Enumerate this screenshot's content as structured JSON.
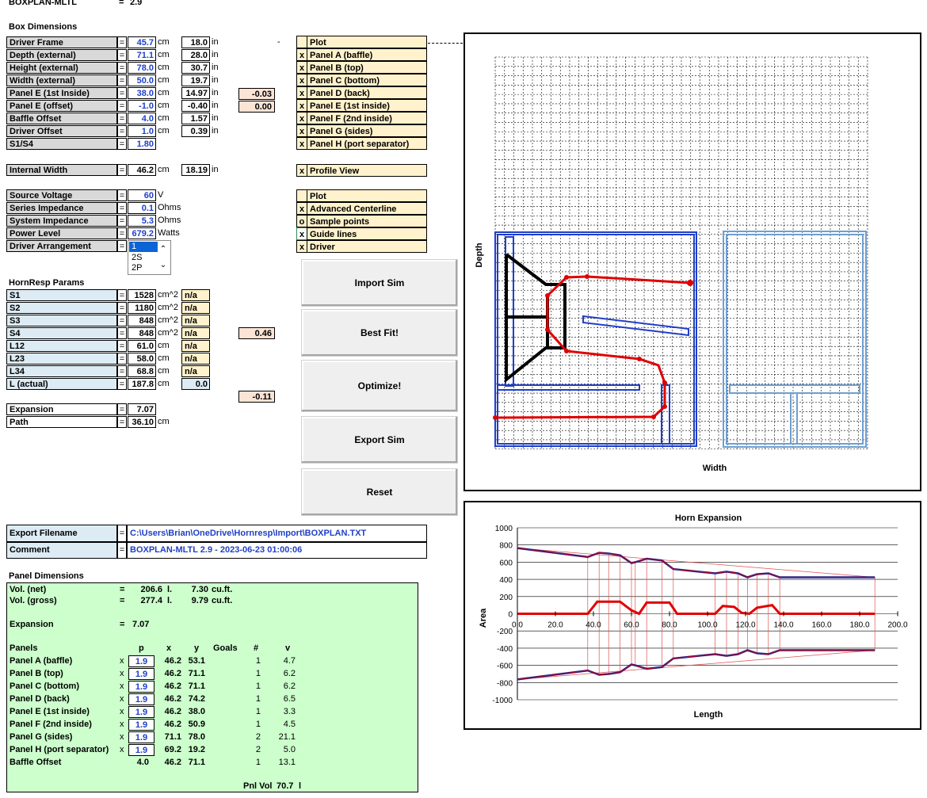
{
  "header": {
    "title": "BOXPLAN-MLTL",
    "eq": "=",
    "version": "2.9"
  },
  "box_dimensions": {
    "heading": "Box Dimensions",
    "rows": [
      {
        "label": "Driver Frame",
        "value": "45.7",
        "unit": "cm",
        "inch": "18.0",
        "iunit": "in"
      },
      {
        "label": "Depth (external)",
        "value": "71.1",
        "unit": "cm",
        "inch": "28.0",
        "iunit": "in"
      },
      {
        "label": "Height (external)",
        "value": "78.0",
        "unit": "cm",
        "inch": "30.7",
        "iunit": "in"
      },
      {
        "label": "Width (external)",
        "value": "50.0",
        "unit": "cm",
        "inch": "19.7",
        "iunit": "in"
      },
      {
        "label": "Panel E (1st Inside)",
        "value": "38.0",
        "unit": "cm",
        "inch": "14.97",
        "iunit": "in"
      },
      {
        "label": "Panel E (offset)",
        "value": "-1.0",
        "unit": "cm",
        "inch": "-0.40",
        "iunit": "in"
      },
      {
        "label": "Baffle Offset",
        "value": "4.0",
        "unit": "cm",
        "inch": "1.57",
        "iunit": "in"
      },
      {
        "label": "Driver Offset",
        "value": "1.0",
        "unit": "cm",
        "inch": "0.39",
        "iunit": "in"
      },
      {
        "label": "S1/S4",
        "value": "1.80",
        "unit": "",
        "inch": "",
        "iunit": ""
      }
    ],
    "dash": "-",
    "peach1": "-0.03",
    "peach2": "0.00"
  },
  "internal_width": {
    "label": "Internal Width",
    "value": "46.2",
    "unit": "cm",
    "inch": "18.19",
    "iunit": "in"
  },
  "electrical": {
    "rows": [
      {
        "label": "Source Voltage",
        "value": "60",
        "unit": "V"
      },
      {
        "label": "Series Impedance",
        "value": "0.1",
        "unit": "Ohms"
      },
      {
        "label": "System Impedance",
        "value": "5.3",
        "unit": "Ohms"
      },
      {
        "label": "Power Level",
        "value": "679.2",
        "unit": "Watts"
      },
      {
        "label": "Driver Arrangement",
        "value": "",
        "unit": ""
      }
    ],
    "dropdown": {
      "selected": "1",
      "options": [
        "1",
        "2S",
        "2P"
      ]
    }
  },
  "plot_panels": {
    "header": "Plot",
    "items": [
      {
        "mark": "x",
        "label": "Panel A (baffle)"
      },
      {
        "mark": "x",
        "label": "Panel B (top)"
      },
      {
        "mark": "x",
        "label": "Panel C (bottom)"
      },
      {
        "mark": "x",
        "label": "Panel D (back)"
      },
      {
        "mark": "x",
        "label": "Panel E (1st inside)"
      },
      {
        "mark": "x",
        "label": "Panel F (2nd inside)"
      },
      {
        "mark": "x",
        "label": "Panel G (sides)"
      },
      {
        "mark": "x",
        "label": "Panel H (port separator)"
      }
    ],
    "profile": {
      "mark": "x",
      "label": "Profile View"
    }
  },
  "plot_options": {
    "header": "Plot",
    "items": [
      {
        "mark": "x",
        "label": "Advanced Centerline"
      },
      {
        "mark": "o",
        "label": "Sample points"
      },
      {
        "mark": "x",
        "label": "Guide lines"
      },
      {
        "mark": "x",
        "label": "Driver"
      }
    ]
  },
  "hornresp": {
    "heading": "HornResp Params",
    "rows": [
      {
        "label": "S1",
        "value": "1528",
        "unit": "cm^2",
        "na": "n/a"
      },
      {
        "label": "S2",
        "value": "1180",
        "unit": "cm^2",
        "na": "n/a"
      },
      {
        "label": "S3",
        "value": "848",
        "unit": "cm^2",
        "na": "n/a"
      },
      {
        "label": "S4",
        "value": "848",
        "unit": "cm^2",
        "na": "n/a"
      },
      {
        "label": "L12",
        "value": "61.0",
        "unit": "cm",
        "na": "n/a"
      },
      {
        "label": "L23",
        "value": "58.0",
        "unit": "cm",
        "na": "n/a"
      },
      {
        "label": "L34",
        "value": "68.8",
        "unit": "cm",
        "na": "n/a"
      },
      {
        "label": "L (actual)",
        "value": "187.8",
        "unit": "cm",
        "na": "0.0"
      }
    ],
    "peach_s4": "0.46",
    "peach_l": "-0.11"
  },
  "expansion": {
    "label": "Expansion",
    "value": "7.07"
  },
  "path": {
    "label": "Path",
    "value": "36.10",
    "unit": "cm"
  },
  "buttons": {
    "import": "Import Sim",
    "best_fit": "Best Fit!",
    "optimize": "Optimize!",
    "export": "Export Sim",
    "reset": "Reset"
  },
  "export": {
    "label": "Export Filename",
    "value": "C:\\Users\\Brian\\OneDrive\\Hornresp\\Import\\BOXPLAN.TXT"
  },
  "comment": {
    "label": "Comment",
    "value": "BOXPLAN-MLTL 2.9 - 2023-06-23 01:00:06"
  },
  "panel_dims": {
    "heading": "Panel Dimensions",
    "vol_net": {
      "label": "Vol. (net)",
      "eq": "=",
      "l": "206.6",
      "lu": "l.",
      "ft": "7.30",
      "ftu": "cu.ft."
    },
    "vol_gross": {
      "label": "Vol. (gross)",
      "eq": "=",
      "l": "277.4",
      "lu": "l.",
      "ft": "9.79",
      "ftu": "cu.ft."
    },
    "expansion": {
      "label": "Expansion",
      "eq": "=",
      "value": "7.07"
    },
    "cols": {
      "panels": "Panels",
      "p": "p",
      "x": "x",
      "y": "y",
      "goals": "Goals",
      "n": "#",
      "v": "v"
    },
    "rows": [
      {
        "label": "Panel A (baffle)",
        "mark": "x",
        "p": "1.9",
        "x": "46.2",
        "y": "53.1",
        "n": "1",
        "v": "4.7"
      },
      {
        "label": "Panel B (top)",
        "mark": "x",
        "p": "1.9",
        "x": "46.2",
        "y": "71.1",
        "n": "1",
        "v": "6.2"
      },
      {
        "label": "Panel C (bottom)",
        "mark": "x",
        "p": "1.9",
        "x": "46.2",
        "y": "71.1",
        "n": "1",
        "v": "6.2"
      },
      {
        "label": "Panel D (back)",
        "mark": "x",
        "p": "1.9",
        "x": "46.2",
        "y": "74.2",
        "n": "1",
        "v": "6.5"
      },
      {
        "label": "Panel E (1st inside)",
        "mark": "x",
        "p": "1.9",
        "x": "46.2",
        "y": "38.0",
        "n": "1",
        "v": "3.3"
      },
      {
        "label": "Panel F (2nd inside)",
        "mark": "x",
        "p": "1.9",
        "x": "46.2",
        "y": "50.9",
        "n": "1",
        "v": "4.5"
      },
      {
        "label": "Panel G (sides)",
        "mark": "x",
        "p": "1.9",
        "x": "71.1",
        "y": "78.0",
        "n": "2",
        "v": "21.1"
      },
      {
        "label": "Panel H (port separator)",
        "mark": "x",
        "p": "1.9",
        "x": "69.2",
        "y": "19.2",
        "n": "2",
        "v": "5.0"
      }
    ],
    "baffle": {
      "label": "Baffle Offset",
      "p": "4.0",
      "x": "46.2",
      "y": "71.1",
      "n": "1",
      "v": "13.1"
    },
    "pnl_vol": {
      "label": "Pnl Vol",
      "value": "70.7",
      "unit": "l"
    }
  },
  "profile_plot": {
    "xlabel": "Width",
    "ylabel": "Depth"
  },
  "chart_data": {
    "type": "line",
    "title": "Horn Expansion",
    "xlabel": "Length",
    "ylabel": "Area",
    "xlim": [
      0,
      200
    ],
    "ylim": [
      -1000,
      1000
    ],
    "xticks": [
      "0.0",
      "20.0",
      "40.0",
      "60.0",
      "80.0",
      "100.0",
      "120.0",
      "140.0",
      "160.0",
      "180.0",
      "200.0"
    ],
    "yticks": [
      "1000",
      "800",
      "600",
      "400",
      "200",
      "0",
      "-200",
      "-400",
      "-600",
      "-800",
      "-1000"
    ],
    "series": [
      {
        "color": "#1f1f8f",
        "x": [
          0,
          37,
          43,
          48,
          54,
          60,
          62,
          68,
          76,
          82,
          104,
          110,
          116,
          121,
          126,
          132,
          138,
          188
        ],
        "y": [
          764,
          660,
          710,
          700,
          680,
          590,
          600,
          640,
          620,
          520,
          470,
          490,
          470,
          424,
          460,
          470,
          424,
          424
        ]
      },
      {
        "color": "#1f1f8f",
        "x": [
          0,
          37,
          43,
          48,
          54,
          60,
          62,
          68,
          76,
          82,
          104,
          110,
          116,
          121,
          126,
          132,
          138,
          188
        ],
        "y": [
          -764,
          -660,
          -710,
          -700,
          -680,
          -590,
          -600,
          -640,
          -620,
          -520,
          -470,
          -490,
          -470,
          -424,
          -460,
          -470,
          -424,
          -424
        ]
      },
      {
        "color": "#e00000",
        "x": [
          0,
          37,
          42,
          54,
          60,
          64,
          68,
          80,
          84,
          104,
          108,
          114,
          118,
          122,
          126,
          134,
          138,
          188
        ],
        "y": [
          0,
          0,
          140,
          140,
          40,
          0,
          130,
          130,
          0,
          0,
          90,
          80,
          10,
          0,
          70,
          100,
          0,
          0
        ]
      }
    ]
  }
}
